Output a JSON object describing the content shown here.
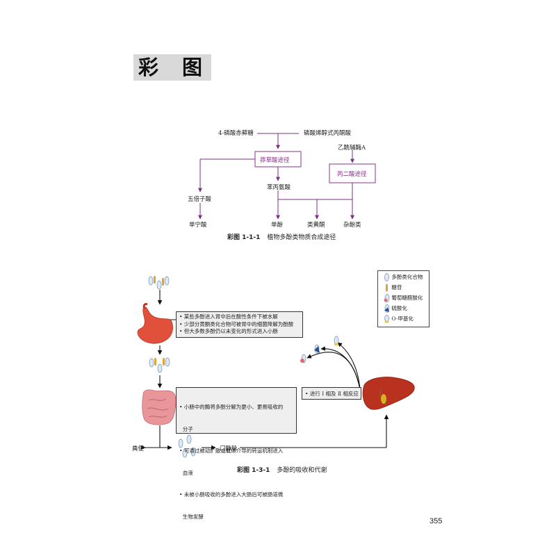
{
  "header": {
    "title": "彩 图"
  },
  "figure1": {
    "caption_num": "彩图 1-1-1",
    "caption_text": "植物多酚类物质合成途径",
    "nodes": {
      "top_left": "4-磷酸赤藓糖",
      "top_right": "磷酸烯醇式丙酮酸",
      "shikimate": "莽草酸途径",
      "acetylcoa": "乙酰辅酶A",
      "malonate": "丙二酸途径",
      "phe": "苯丙氨酸",
      "gallic": "五倍子酸",
      "tannin": "单宁酸",
      "phenol": "单酚",
      "flavonoid": "类黄酮",
      "misc": "杂酚类"
    },
    "colors": {
      "arrow": "#7a2f86",
      "box_border": "#8a2f8a"
    }
  },
  "figure2": {
    "caption_num": "彩图 1-3-1",
    "caption_text": "多酚的吸收和代谢",
    "legend": [
      {
        "icon": "polyphenol-icon",
        "label": "多酚类化合物"
      },
      {
        "icon": "sugar-chain-icon",
        "label": "糖苷"
      },
      {
        "icon": "glucuronide-icon",
        "label": "葡萄糖醛酸化"
      },
      {
        "icon": "sulfate-icon",
        "label": "硫酸化"
      },
      {
        "icon": "methyl-icon",
        "label": "O-甲基化"
      }
    ],
    "stomach_notes": [
      "• 某些多酚进入胃中后在酸性条件下被水解",
      "• 少部分黄酮类化合物可被胃中的细菌降解为酚酸",
      "• 但大多数多酚仍以未变化的形式进入小肠"
    ],
    "intestine_notes": [
      "• 小肠中的酶将多酚分解为更小、更易吸收的",
      "  分子",
      "• 可通过被动扩散或载体介导的转运机制进入",
      "  血液",
      "• 未被小肠吸收的多酚进入大肠后可被肠道微",
      "  生物发酵"
    ],
    "liver_note": "• 进行 Ⅰ 相及 Ⅱ 相反应",
    "feces": "粪便",
    "portal_vein": "门静脉",
    "colors": {
      "stomach": "#e0503a",
      "intestine": "#e9969b",
      "liver": "#b8321f",
      "gall": "#d9b21f"
    }
  },
  "page_number": "355"
}
